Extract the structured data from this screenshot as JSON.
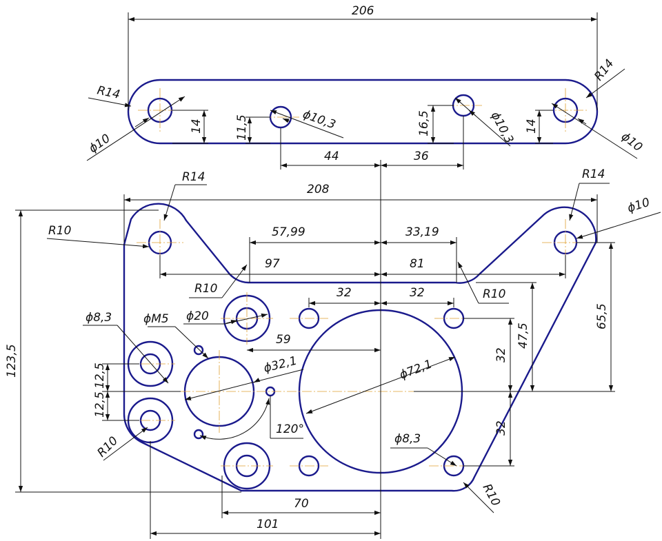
{
  "colors": {
    "outline": "#1a1a8c",
    "dimension": "#111111",
    "centerline": "#e0a030",
    "background": "#ffffff"
  },
  "top_plate": {
    "overall_length": "206",
    "radius_left": "R14",
    "radius_right": "R14",
    "hole_left_dia": "ϕ10",
    "hole_right_dia": "ϕ10",
    "hole_mid_left_dia": "ϕ10,3",
    "hole_mid_right_dia": "ϕ10,3",
    "dim_left_14": "14",
    "dim_right_14": "14",
    "dim_11_5": "11,5",
    "dim_16_5": "16,5",
    "dim_44": "44",
    "dim_36": "36"
  },
  "bottom_plate": {
    "overall_width": "208",
    "overall_height": "123,5",
    "radius_top_left": "R14",
    "radius_top_right": "R14",
    "radius_r10_left": "R10",
    "radius_r10_inner_left": "R10",
    "radius_r10_inner_right": "R10",
    "radius_r10_bottom_left": "R10",
    "radius_r10_bottom_right": "R10",
    "hole_top_right_dia": "ϕ10",
    "dim_57_99": "57,99",
    "dim_33_19": "33,19",
    "dim_97": "97",
    "dim_81": "81",
    "dim_32_left": "32",
    "dim_32_right": "32",
    "dim_65_5": "65,5",
    "dim_47_5": "47,5",
    "dim_32_vert_upper": "32",
    "dim_32_vert_lower": "32",
    "dim_59": "59",
    "dim_12_5_upper": "12,5",
    "dim_12_5_lower": "12,5",
    "dim_70": "70",
    "dim_101": "101",
    "hole_8_3_left": "ϕ8,3",
    "hole_8_3_right": "ϕ8,3",
    "thread_m5": "ϕM5",
    "hole_20": "ϕ20",
    "hole_32_1": "ϕ32,1",
    "hole_72_1": "ϕ72,1",
    "angle_120": "120°"
  }
}
